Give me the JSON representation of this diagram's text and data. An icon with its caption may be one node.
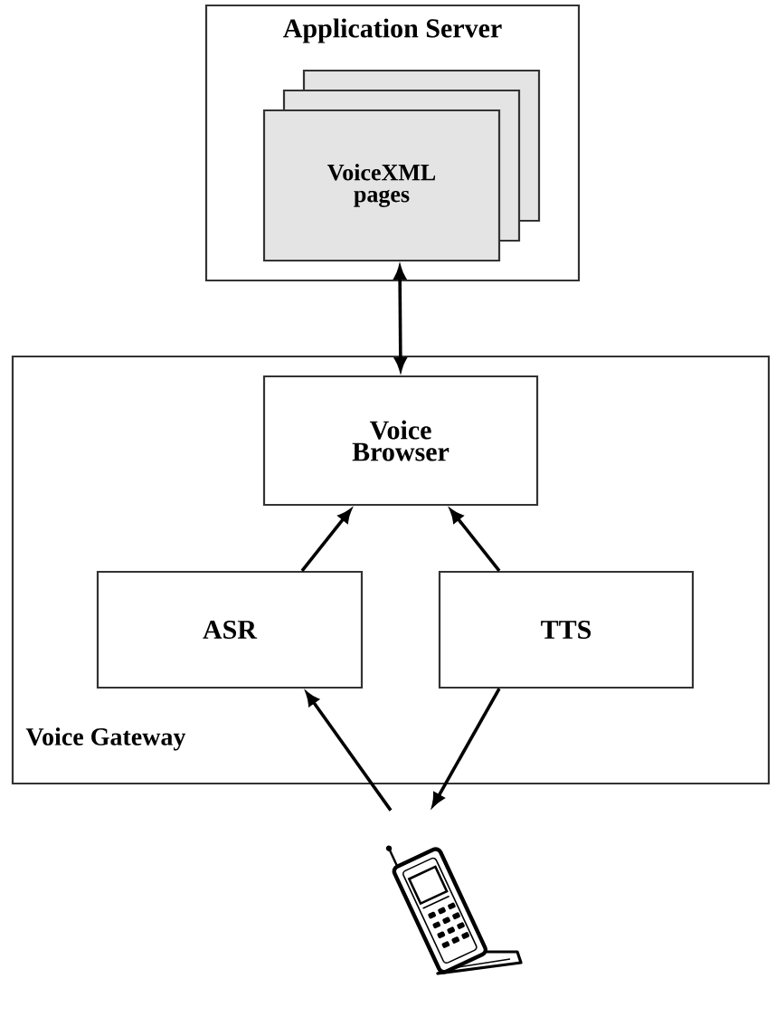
{
  "diagram": {
    "nodes": [
      {
        "text": [
          "Application Server"
        ]
      },
      {
        "text": [
          "VoiceXML pages"
        ],
        "in": 0
      },
      {
        "text": [
          "Voice Gateway"
        ]
      },
      {
        "text": [
          "Voice Browser"
        ],
        "in": 2
      },
      {
        "text": [
          "ASR"
        ],
        "in": 2
      },
      {
        "text": [
          "TTS"
        ],
        "in": 2
      },
      {
        "text": [],
        "shape": "picture"
      }
    ],
    "edges": [
      {
        "from": 1,
        "to": 3,
        "arrow": "both"
      },
      {
        "from": 4,
        "to": 3,
        "arrow": "to"
      },
      {
        "from": 5,
        "to": 3,
        "arrow": "to"
      },
      {
        "from": 6,
        "to": 4,
        "arrow": "to"
      },
      {
        "from": 5,
        "to": 6,
        "arrow": "to"
      }
    ]
  }
}
